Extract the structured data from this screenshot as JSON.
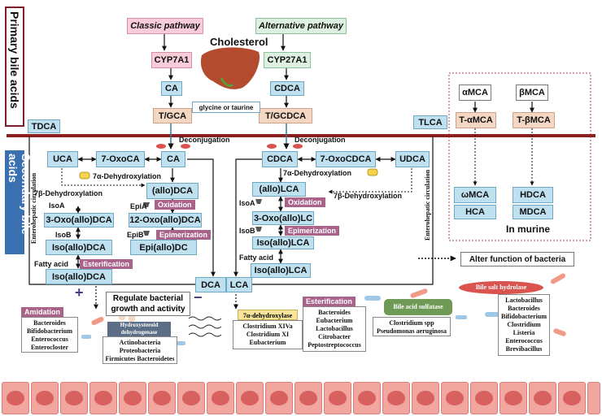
{
  "side_labels": {
    "primary": "Primary bile acids",
    "secondary": "Secondary bile acids"
  },
  "pathways": {
    "classic": "Classic pathway",
    "alternative": "Alternative pathway",
    "cholesterol": "Cholesterol"
  },
  "enzymes": {
    "cyp7a1": "CYP7A1",
    "cyp27a1": "CYP27A1"
  },
  "primary": {
    "ca": "CA",
    "cdca": "CDCA",
    "tgca": "T/GCA",
    "tgcdca": "T/GCDCA",
    "conjugation": "glycine or taurine",
    "tdca": "TDCA",
    "tlca": "TLCA"
  },
  "secondary_left": {
    "uca": "UCA",
    "oxoca": "7-OxoCA",
    "ca": "CA",
    "alloDCA": "(allo)DCA",
    "oxoAlloDCA3": "3-Oxo(allo)DCA",
    "oxoAlloDCA12": "12-Oxo(allo)DCA",
    "isoAlloDCA": "Iso(allo)DCA",
    "epiAlloDC": "Epi(allo)DC",
    "isoAlloDCA2": "Iso(allo)DCA",
    "dca": "DCA"
  },
  "secondary_right": {
    "cdca": "CDCA",
    "oxocdca": "7-OxoCDCA",
    "udca": "UDCA",
    "alloLCA": "(allo)LCA",
    "oxoAlloLC": "3-Oxo(allo)LC",
    "isoAlloLCA": "Iso(allo)LCA",
    "isoAlloLCA2": "Iso(allo)LCA",
    "lca": "LCA"
  },
  "steps": {
    "deconj": "Deconjugation",
    "dehydrox7a": "7α-Dehydroxylation",
    "dehydrox7b": "7β-Dehydroxylation",
    "isoA": "IsoA",
    "isoB": "IsoB",
    "epiA": "EpiA",
    "epiB": "EpiB",
    "fattyAcid": "Fatty acid",
    "oxidation": "Oxidation",
    "epimerization": "Epimerization",
    "esterification": "Esterification",
    "enterohepatic": "Enterohepatic circulation"
  },
  "murine": {
    "amca": "αMCA",
    "bmca": "βMCA",
    "tamca": "T-αMCA",
    "tbmca": "T-βMCA",
    "wmca": "ωMCA",
    "hca": "HCA",
    "hdca": "HDCA",
    "mdca": "MDCA",
    "label": "In murine"
  },
  "alter": "Alter function of bacteria",
  "regulate": {
    "line1": "Regulate bacterial",
    "line2": "growth and activity"
  },
  "signs": {
    "plus": "+",
    "minus": "−"
  },
  "bacteria": {
    "amidation": {
      "title": "Amidation",
      "items": [
        "Bacteroides",
        "Bifidobacterium",
        "Enterococcus",
        "Enterocloster"
      ]
    },
    "hsdh": {
      "title": "Hydroxysteroid dehydrogenase",
      "items": [
        "Actinobacteria",
        "Proteobacteria",
        "Firmicutes  Bacteroidetes"
      ]
    },
    "dehydroxylase": {
      "title": "7α-dehydroxylase",
      "items": [
        "Clostridium XIVa",
        "Clostridium XI",
        "Eubacterium"
      ]
    },
    "esterification": {
      "title": "Esterification",
      "items": [
        "Bacteroides",
        "Eubacterium",
        "Lactobacillus",
        "Citrobacter",
        "Peptostreptococcus"
      ]
    },
    "sulfatase": {
      "title": "Bile acid sulfatase",
      "items": [
        "Clostridium spp",
        "Pseudomonas aeruginosa"
      ]
    },
    "bsh": {
      "title": "Bile salt hydrolase",
      "items": [
        "Lactobacillus",
        "Bacteroides",
        "Bifidobacterium",
        "Clostridium",
        "Listeria",
        "Enterococcus",
        "Brevibacillus"
      ]
    }
  },
  "colors": {
    "membrane": "#8b1e1e",
    "box_blue": "#bfe0ef",
    "box_tan": "#f3d7c3",
    "tag_purple": "#a9628a"
  }
}
